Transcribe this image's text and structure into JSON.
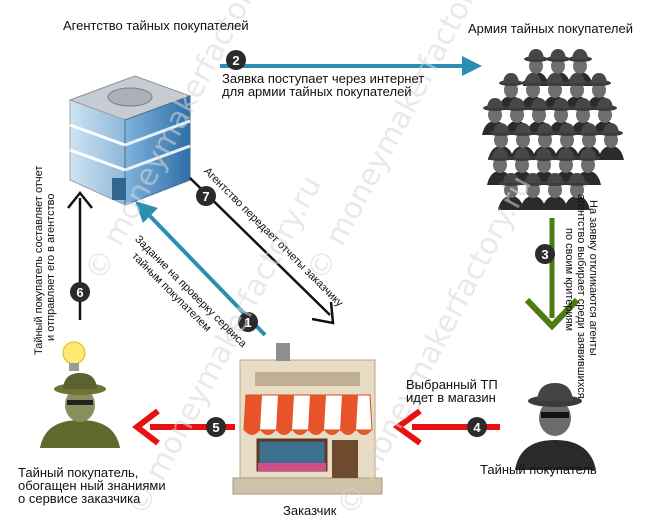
{
  "nodes": {
    "agency": "Агентство тайных покупателей",
    "army": "Армия тайных покупателей",
    "shopper": "Тайный покупатель",
    "client": "Заказчик",
    "enriched": [
      "Тайный покупатель,",
      "обогащен ный знаниями",
      "о сервисе заказчика"
    ]
  },
  "steps": {
    "s1": {
      "num": "1",
      "text": [
        "Задание на проверку сервиса",
        "тайным покупателем"
      ]
    },
    "s2": {
      "num": "2",
      "text": [
        "Заявка поступает через интернет",
        "для армии тайных покупателей"
      ]
    },
    "s3": {
      "num": "3",
      "text": [
        "На заявку откликаются агенты",
        "агентство выбирает среди заявившихся",
        "по своим критериям"
      ]
    },
    "s4": {
      "num": "4",
      "text": [
        "Выбранный ТП",
        "идет в магазин"
      ]
    },
    "s5": {
      "num": "5"
    },
    "s6": {
      "num": "6",
      "text": [
        "Тайный покупатель составляет отчет",
        "и отправляет его в агентство"
      ]
    },
    "s7": {
      "num": "7",
      "text": "Агентство передает отчеты заказчику"
    }
  },
  "watermark": "© moneymakerfactory.ru",
  "colors": {
    "blue_arrow": "#2a8fb0",
    "green_arrow": "#4e7a12",
    "red_arrow": "#e81010",
    "black_arrow": "#111111",
    "badge": "#2b2b2b"
  }
}
